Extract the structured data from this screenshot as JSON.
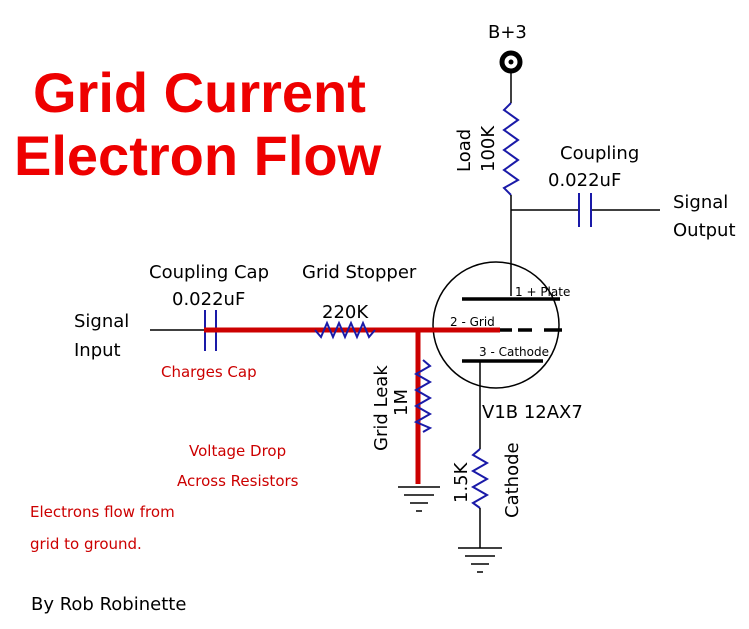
{
  "title": {
    "line1": "Grid Current",
    "line2": "Electron Flow"
  },
  "supply": {
    "label": "B+3"
  },
  "load_resistor": {
    "name": "Load",
    "value": "100K"
  },
  "output_coupling": {
    "name": "Coupling",
    "value": "0.022uF"
  },
  "signal_output": {
    "line1": "Signal",
    "line2": "Output"
  },
  "input_coupling": {
    "name": "Coupling Cap",
    "value": "0.022uF"
  },
  "grid_stopper": {
    "name": "Grid Stopper",
    "value": "220K"
  },
  "signal_input": {
    "line1": "Signal",
    "line2": "Input"
  },
  "tube": {
    "plate_label": "1 + Plate",
    "grid_label": "2 - Grid",
    "cathode_label": "3 - Cathode",
    "designation": "V1B 12AX7"
  },
  "grid_leak": {
    "name": "Grid Leak",
    "value": "1M"
  },
  "cathode_resistor": {
    "name": "Cathode",
    "value": "1.5K"
  },
  "notes": {
    "charges_cap": "Charges Cap",
    "voltage_drop_1": "Voltage Drop",
    "voltage_drop_2": "Across Resistors",
    "electrons_1": "Electrons flow from",
    "electrons_2": "grid to ground."
  },
  "author": "By Rob Robinette",
  "colors": {
    "title": "#ee0000",
    "current_path": "#cc0000",
    "resistor": "#1a1aa8",
    "wire": "#000000"
  }
}
